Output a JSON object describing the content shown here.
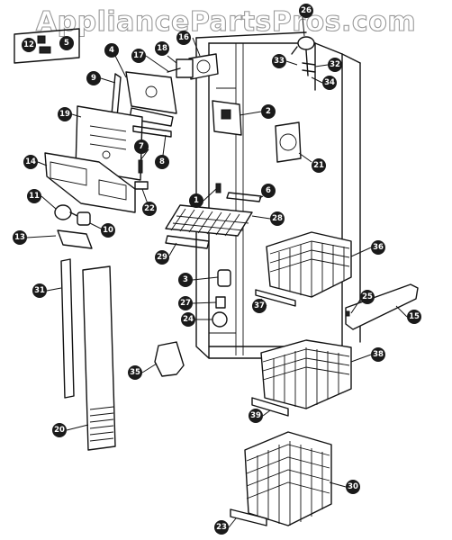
{
  "watermark": "AppliancePartsPros.com",
  "callouts": {
    "c1": "1",
    "c2": "2",
    "c3": "3",
    "c4": "4",
    "c5": "5",
    "c6": "6",
    "c7": "7",
    "c8": "8",
    "c9": "9",
    "c10": "10",
    "c11": "11",
    "c12": "12",
    "c13": "13",
    "c14": "14",
    "c15": "15",
    "c16": "16",
    "c17": "17",
    "c18": "18",
    "c19": "19",
    "c20": "20",
    "c21": "21",
    "c22": "22",
    "c23": "23",
    "c24": "24",
    "c25": "25",
    "c26": "26",
    "c27": "27",
    "c28": "28",
    "c29": "29",
    "c30": "30",
    "c31": "31",
    "c32": "32",
    "c33": "33",
    "c34": "34",
    "c35": "35",
    "c36": "36",
    "c37": "37",
    "c38": "38",
    "c39": "39"
  }
}
